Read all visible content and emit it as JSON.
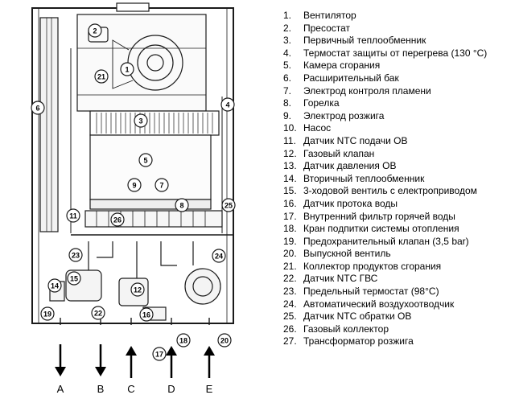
{
  "callouts": [
    "1",
    "2",
    "3",
    "4",
    "5",
    "6",
    "7",
    "8",
    "9",
    "11",
    "12",
    "14",
    "15",
    "16",
    "17",
    "18",
    "19",
    "20",
    "21",
    "22",
    "23",
    "24",
    "25",
    "26"
  ],
  "flow_labels": [
    "A",
    "B",
    "C",
    "D",
    "E"
  ],
  "legend": [
    {
      "num": "1.",
      "text": "Вентилятор"
    },
    {
      "num": "2.",
      "text": "Пресостат"
    },
    {
      "num": "3.",
      "text": " Первичный теплообменник"
    },
    {
      "num": "4.",
      "text": "Термостат защиты от перегрева (130 °C)"
    },
    {
      "num": "5.",
      "text": "Камера сгорания"
    },
    {
      "num": "6.",
      "text": "Расширительный бак"
    },
    {
      "num": "7.",
      "text": "Электрод контроля пламени"
    },
    {
      "num": "8.",
      "text": "Горелка"
    },
    {
      "num": "9.",
      "text": "Электрод розжига"
    },
    {
      "num": "10.",
      "text": "Насос"
    },
    {
      "num": "11.",
      "text": "Датчик NTC подачи ОВ"
    },
    {
      "num": "12.",
      "text": "Газовый клапан"
    },
    {
      "num": "13.",
      "text": "Датчик давления ОВ"
    },
    {
      "num": "14.",
      "text": "Вторичный теплообменник"
    },
    {
      "num": "15.",
      "text": "3-ходовой вентиль с електроприводом"
    },
    {
      "num": "16.",
      "text": "Датчик протока воды"
    },
    {
      "num": "17.",
      "text": "Внутренний фильтр горячей воды"
    },
    {
      "num": "18.",
      "text": "Кран подпитки системы отопления"
    },
    {
      "num": "19.",
      "text": "Предохранительный клапан (3,5 bar)"
    },
    {
      "num": "20.",
      "text": "Выпускной вентиль"
    },
    {
      "num": "21.",
      "text": "Коллектор продуктов сгорания"
    },
    {
      "num": "22.",
      "text": "Датчик NTC ГВС"
    },
    {
      "num": "23.",
      "text": "Предельный термостат (98°C)"
    },
    {
      "num": "24.",
      "text": "Автоматический воздухоотводчик"
    },
    {
      "num": "25.",
      "text": "Датчик NTC обратки ОВ"
    },
    {
      "num": "26.",
      "text": "Газовый коллектор"
    },
    {
      "num": "27.",
      "text": "Трансформатор розжига"
    }
  ]
}
